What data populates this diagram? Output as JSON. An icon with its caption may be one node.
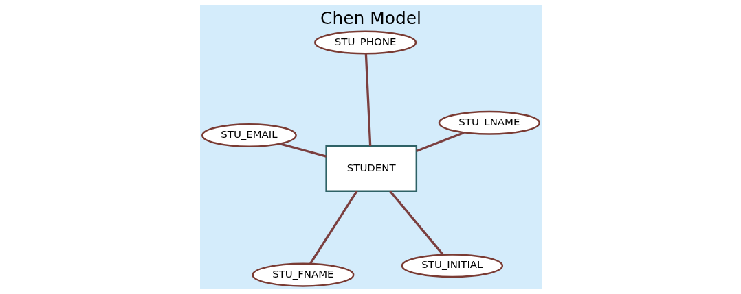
{
  "diagram": {
    "title": "Chen Model",
    "nodes": [
      {
        "text": [
          "STUDENT"
        ]
      },
      {
        "text": [
          "STU_INITIAL"
        ]
      },
      {
        "text": [
          "STU_FNAME"
        ]
      },
      {
        "text": [
          "STU_EMAIL"
        ]
      },
      {
        "text": [
          "STU_LNAME"
        ]
      },
      {
        "text": [
          "STU_PHONE"
        ]
      }
    ],
    "edges": [
      {
        "from": 0,
        "to": 1,
        "arrow": "none"
      },
      {
        "from": 0,
        "to": 2,
        "arrow": "none"
      },
      {
        "from": 0,
        "to": 3,
        "arrow": "none"
      },
      {
        "from": 0,
        "to": 4,
        "arrow": "none"
      },
      {
        "from": 0,
        "to": 5,
        "arrow": "none"
      }
    ]
  }
}
